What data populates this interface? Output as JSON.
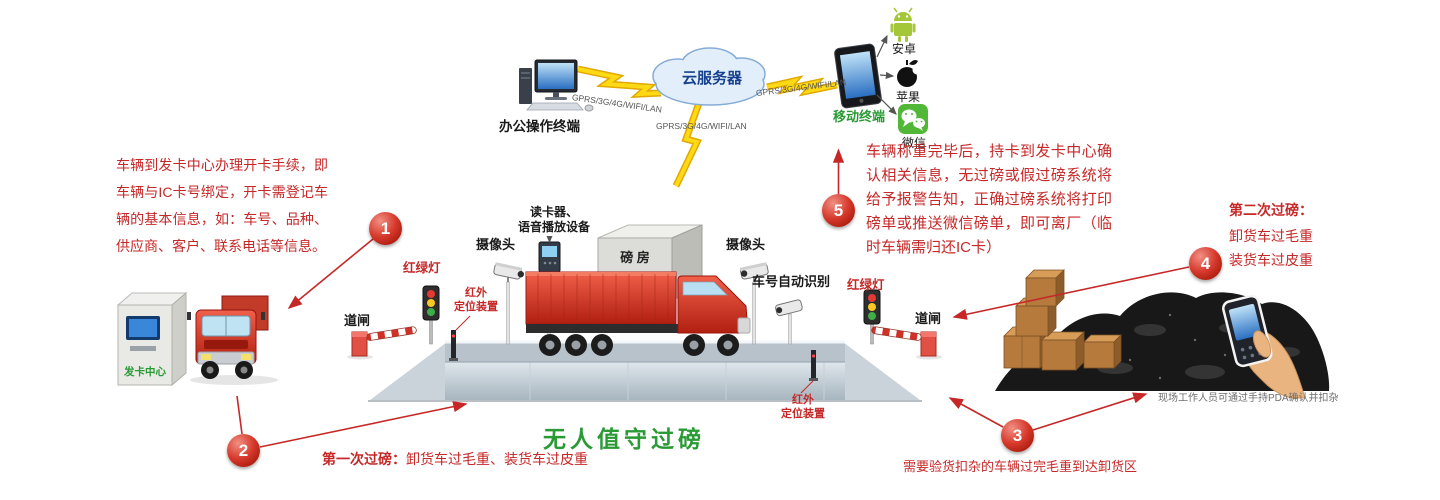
{
  "colors": {
    "accent_red": "#c62828",
    "accent_green": "#2a9a35",
    "cloud_text_blue": "#17418f",
    "platform_gray": "#aab7c0"
  },
  "top": {
    "office_terminal": "办公操作终端",
    "cloud": "云服务器",
    "mobile_terminal": "移动终端",
    "link_left": "GPRS/3G/4G/WIFI/LAN",
    "link_center": "GPRS/3G/4G/WIFI/LAN",
    "link_right": "GPRS/3G/4G/WIFI/LAN",
    "android": "安卓",
    "apple": "苹果",
    "wechat": "微信"
  },
  "scene": {
    "camera_left": "摄像头",
    "camera_right": "摄像头",
    "reader_line1": "读卡器、",
    "reader_line2": "语音播放设备",
    "house": "磅 房",
    "plate_recognition": "车号自动识别",
    "light_left": "红绿灯",
    "light_right": "红绿灯",
    "gate_left": "道闸",
    "gate_right": "道闸",
    "ir_line1": "红外",
    "ir_line2": "定位装置",
    "title": "无人值守过磅",
    "card_center": "发卡中心",
    "pda_caption": "现场工作人员可通过手持PDA确认并扣杂"
  },
  "steps": {
    "n1": "1",
    "n2": "2",
    "n3": "3",
    "n4": "4",
    "n5": "5",
    "s1_text": "车辆到发卡中心办理开卡手续，即车辆与IC卡号绑定，开卡需登记车辆的基本信息，如：车号、品种、供应商、客户、联系电话等信息。",
    "s2_bold": "第一次过磅：",
    "s2_text": "卸货车过毛重、装货车过皮重",
    "s3_text": "需要验货扣杂的车辆过完毛重到达卸货区",
    "s4_bold": "第二次过磅：",
    "s4_line1": "卸货车过毛重",
    "s4_line2": "装货车过皮重",
    "s5_text": "车辆称重完毕后，持卡到发卡中心确认相关信息，无过磅或假过磅系统将给予报警告知，正确过磅系统将打印磅单或推送微信磅单，即可离厂（临时车辆需归还IC卡）"
  }
}
